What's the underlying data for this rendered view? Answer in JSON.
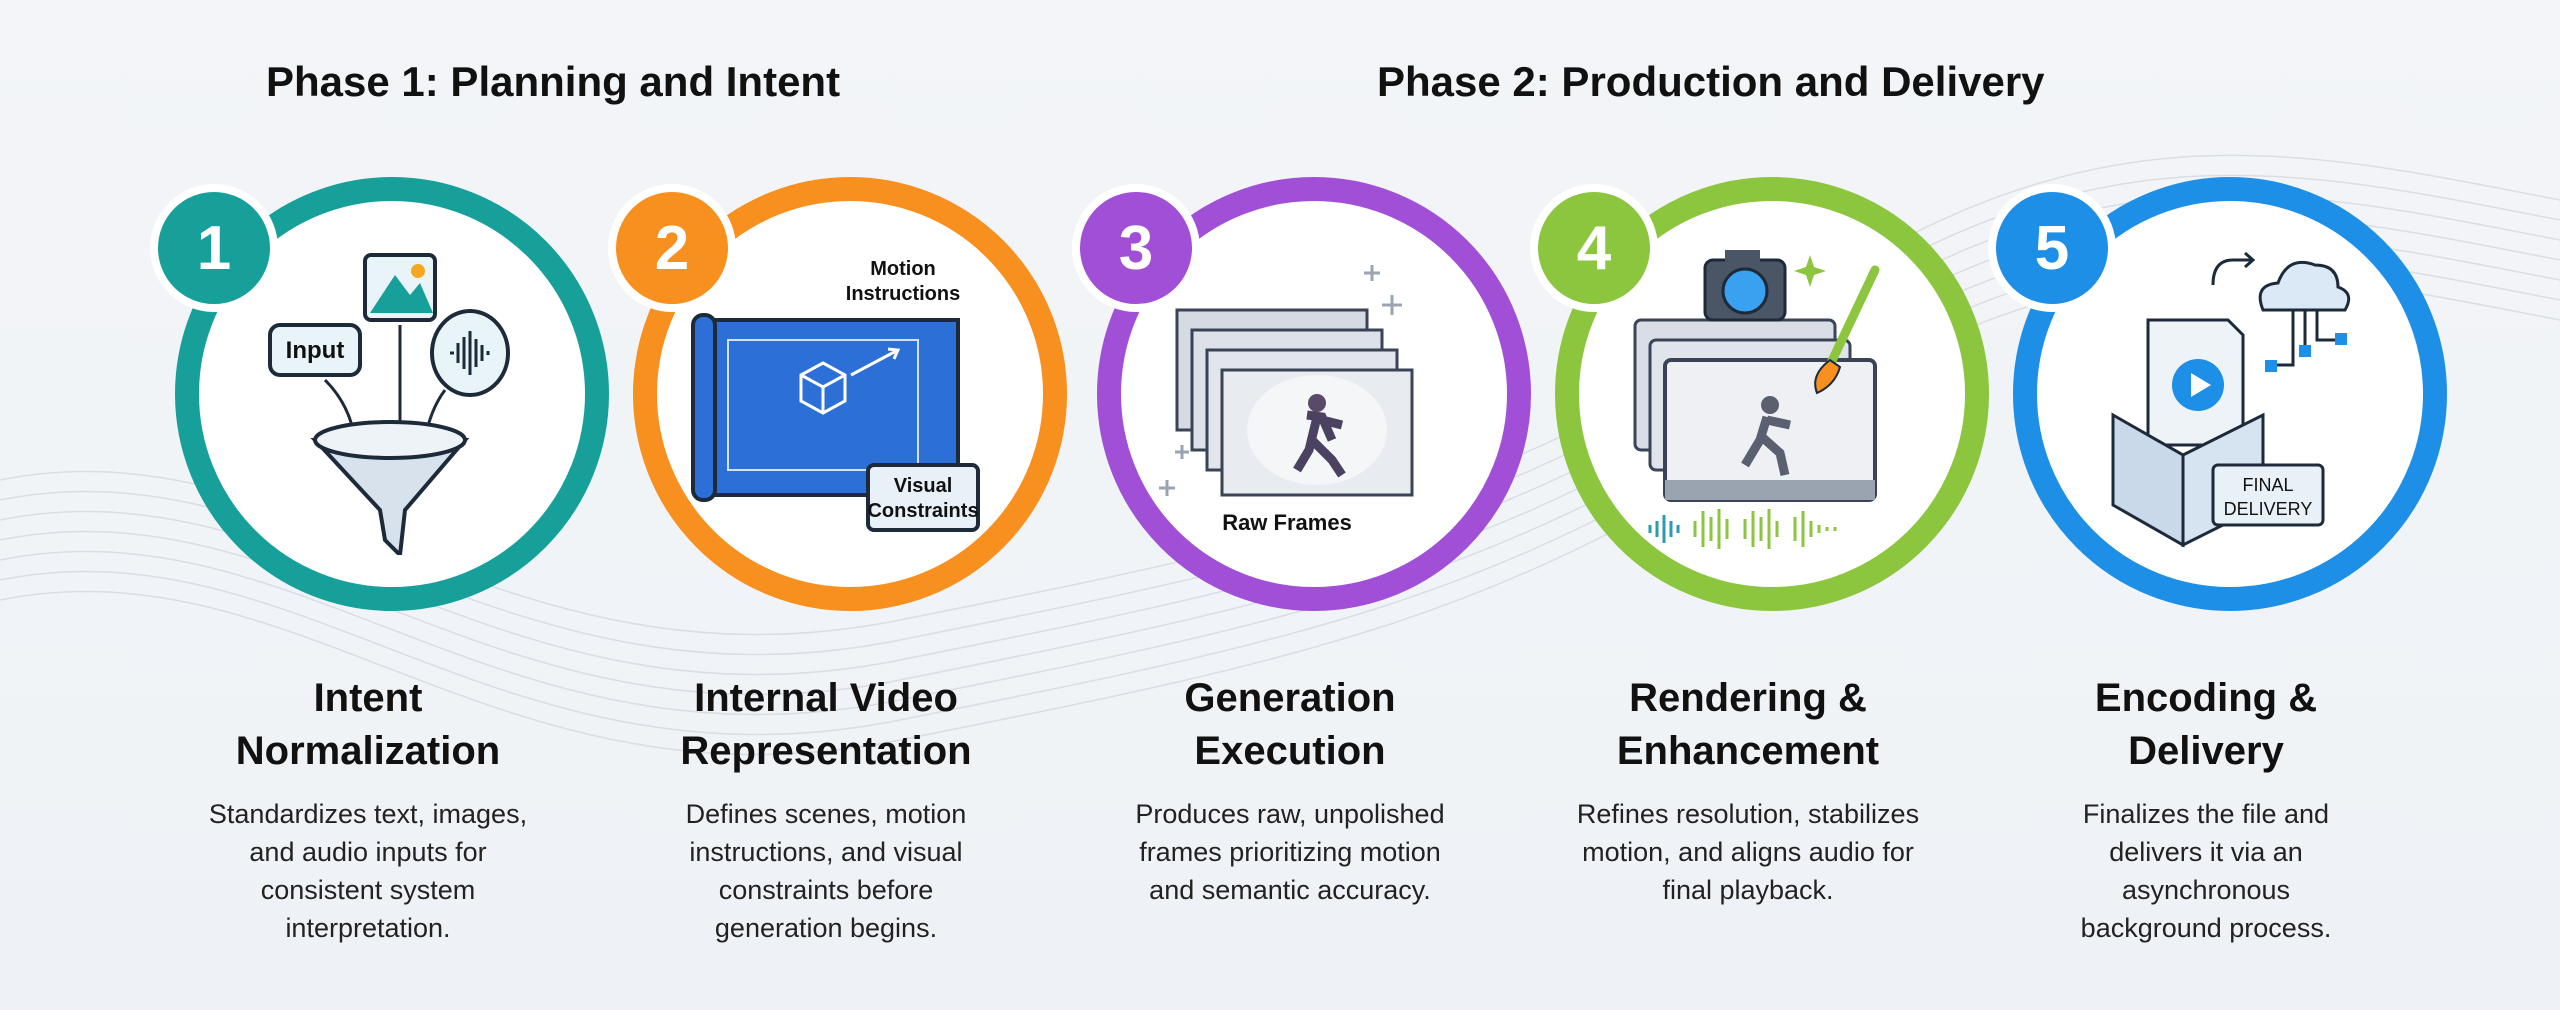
{
  "phases": [
    {
      "label": "Phase 1: Planning and Intent"
    },
    {
      "label": "Phase 2: Production and Delivery"
    }
  ],
  "steps": [
    {
      "number": "1",
      "color": "#17a09a",
      "title_line1": "Intent",
      "title_line2": "Normalization",
      "desc": [
        "Standardizes text, images,",
        "and audio inputs for",
        "consistent system",
        "interpretation."
      ],
      "icon_labels": {
        "input": "Input"
      }
    },
    {
      "number": "2",
      "color": "#f7901e",
      "title_line1": "Internal Video",
      "title_line2": "Representation",
      "desc": [
        "Defines scenes, motion",
        "instructions, and visual",
        "constraints before",
        "generation begins."
      ],
      "icon_labels": {
        "motion1": "Motion",
        "motion2": "Instructions",
        "visual1": "Visual",
        "visual2": "Constraints"
      }
    },
    {
      "number": "3",
      "color": "#a04fd6",
      "title_line1": "Generation",
      "title_line2": "Execution",
      "desc": [
        "Produces raw, unpolished",
        "frames prioritizing motion",
        "and semantic accuracy."
      ],
      "icon_labels": {
        "raw": "Raw Frames"
      }
    },
    {
      "number": "4",
      "color": "#8cc63e",
      "title_line1": "Rendering &",
      "title_line2": "Enhancement",
      "desc": [
        "Refines resolution, stabilizes",
        "motion, and aligns audio for",
        "final playback."
      ]
    },
    {
      "number": "5",
      "color": "#1e8fe6",
      "title_line1": "Encoding &",
      "title_line2": "Delivery",
      "desc": [
        "Finalizes the file and",
        "delivers it via an",
        "asynchronous",
        "background process."
      ],
      "icon_labels": {
        "final1": "FINAL",
        "final2": "DELIVERY"
      }
    }
  ]
}
